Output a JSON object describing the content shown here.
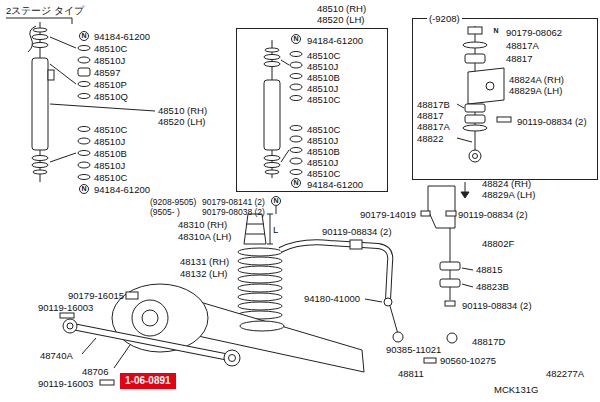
{
  "diagram": {
    "nodes": [
      {
        "text": [
          "48510 (RH)",
          "48520 (LH)",
          "94184-61200",
          "48510C",
          "48510J",
          "48510B",
          "48510J",
          "48510C",
          "48510C",
          "48510J",
          "48510B",
          "48510J",
          "48510C",
          "94184-61200"
        ]
      },
      {
        "text": [
          "(-9208)",
          "90179-08062",
          "48817A",
          "48817",
          "48824A (RH)",
          "48829A (LH)",
          "48817B",
          "48817",
          "48817A",
          "90119-08834 (2)",
          "48822"
        ]
      },
      {
        "text": [
          "1-06-0891"
        ]
      }
    ],
    "labels": [
      "2ステージ タイプ",
      "94184-61200",
      "48510C",
      "48510J",
      "48597",
      "48510P",
      "48510Q",
      "48510 (RH)",
      "48520 (LH)",
      "48510C",
      "48510J",
      "48510B",
      "48510J",
      "48510C",
      "94184-61200",
      "48824 (RH)",
      "48829A (LH)",
      "(9208-9505)",
      "90179-08141 (2)",
      "(9505-   )",
      "90179-08038 (2)",
      "90179-14019",
      "90119-08834 (2)",
      "90119-08834 (2)",
      "48802F",
      "48310 (RH)",
      "48310A (LH)",
      "L",
      "48131 (RH)",
      "48132 (LH)",
      "48815",
      "48823B",
      "94180-41000",
      "90119-08834 (2)",
      "90179-16015",
      "90119-16003",
      "48740A",
      "48706",
      "90119-16003",
      "90385-11021",
      "48817D",
      "90560-10275",
      "48811",
      "482277A",
      "MCK131G",
      "N",
      "N",
      "N",
      "N",
      "N",
      "N"
    ]
  }
}
